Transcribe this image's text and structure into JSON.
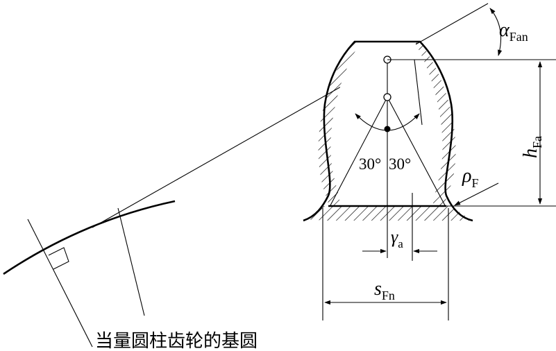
{
  "labels": {
    "alpha_symbol": "α",
    "alpha_sub": "Fan",
    "h_symbol": "h",
    "h_sub": "Fa",
    "rho_symbol": "ρ",
    "rho_sub": "F",
    "gamma_symbol": "γ",
    "gamma_sub": "a",
    "s_symbol": "s",
    "s_sub": "Fn",
    "angle_left": "30°",
    "angle_right": "30°",
    "base_circle_caption": "当量圆柱齿轮的基圆"
  },
  "colors": {
    "stroke": "#000000",
    "background": "#ffffff"
  }
}
